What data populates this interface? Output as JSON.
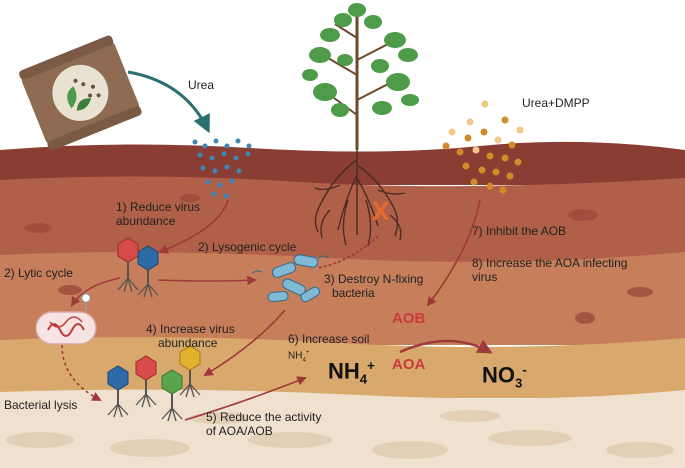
{
  "labels": {
    "urea": "Urea",
    "urea_dmpp": "Urea+DMPP",
    "step1_line1": "1) Reduce virus",
    "step1_line2": "abundance",
    "step2_lysogenic": "2) Lysogenic cycle",
    "step2_lytic": "2) Lytic cycle",
    "step3_line1": "3) Destroy N-fixing",
    "step3_line2": "bacteria",
    "step4_line1": "4) Increase virus",
    "step4_line2": "abundance",
    "step5_line1": "5) Reduce the activity",
    "step5_line2": "of AOA/AOB",
    "step6_line1": "6) Increase soil",
    "step6_line2_base": "NH",
    "step6_line2_sub": "4",
    "step6_line2_sup": "+",
    "step7": "7) Inhibit the AOB",
    "step8_line1": "8) Increase the AOA infecting",
    "step8_line2": "virus",
    "bacterial_lysis": "Bacterial lysis",
    "aob": "AOB",
    "aoa": "AOA",
    "nh4_base": "NH",
    "nh4_sub": "4",
    "nh4_sup": "+",
    "no3_base": "NO",
    "no3_sub": "3",
    "no3_sup": "-",
    "blocked_mark": "X"
  },
  "colors": {
    "arrow": "#a0383a",
    "label_red": "#c93b3b",
    "urea_granule": "#3f86b8",
    "dmpp_granule": "#d38a2a",
    "plant_leaf": "#4e9b4a",
    "root": "#5a3a2a",
    "blocked": "#e86a2a"
  }
}
